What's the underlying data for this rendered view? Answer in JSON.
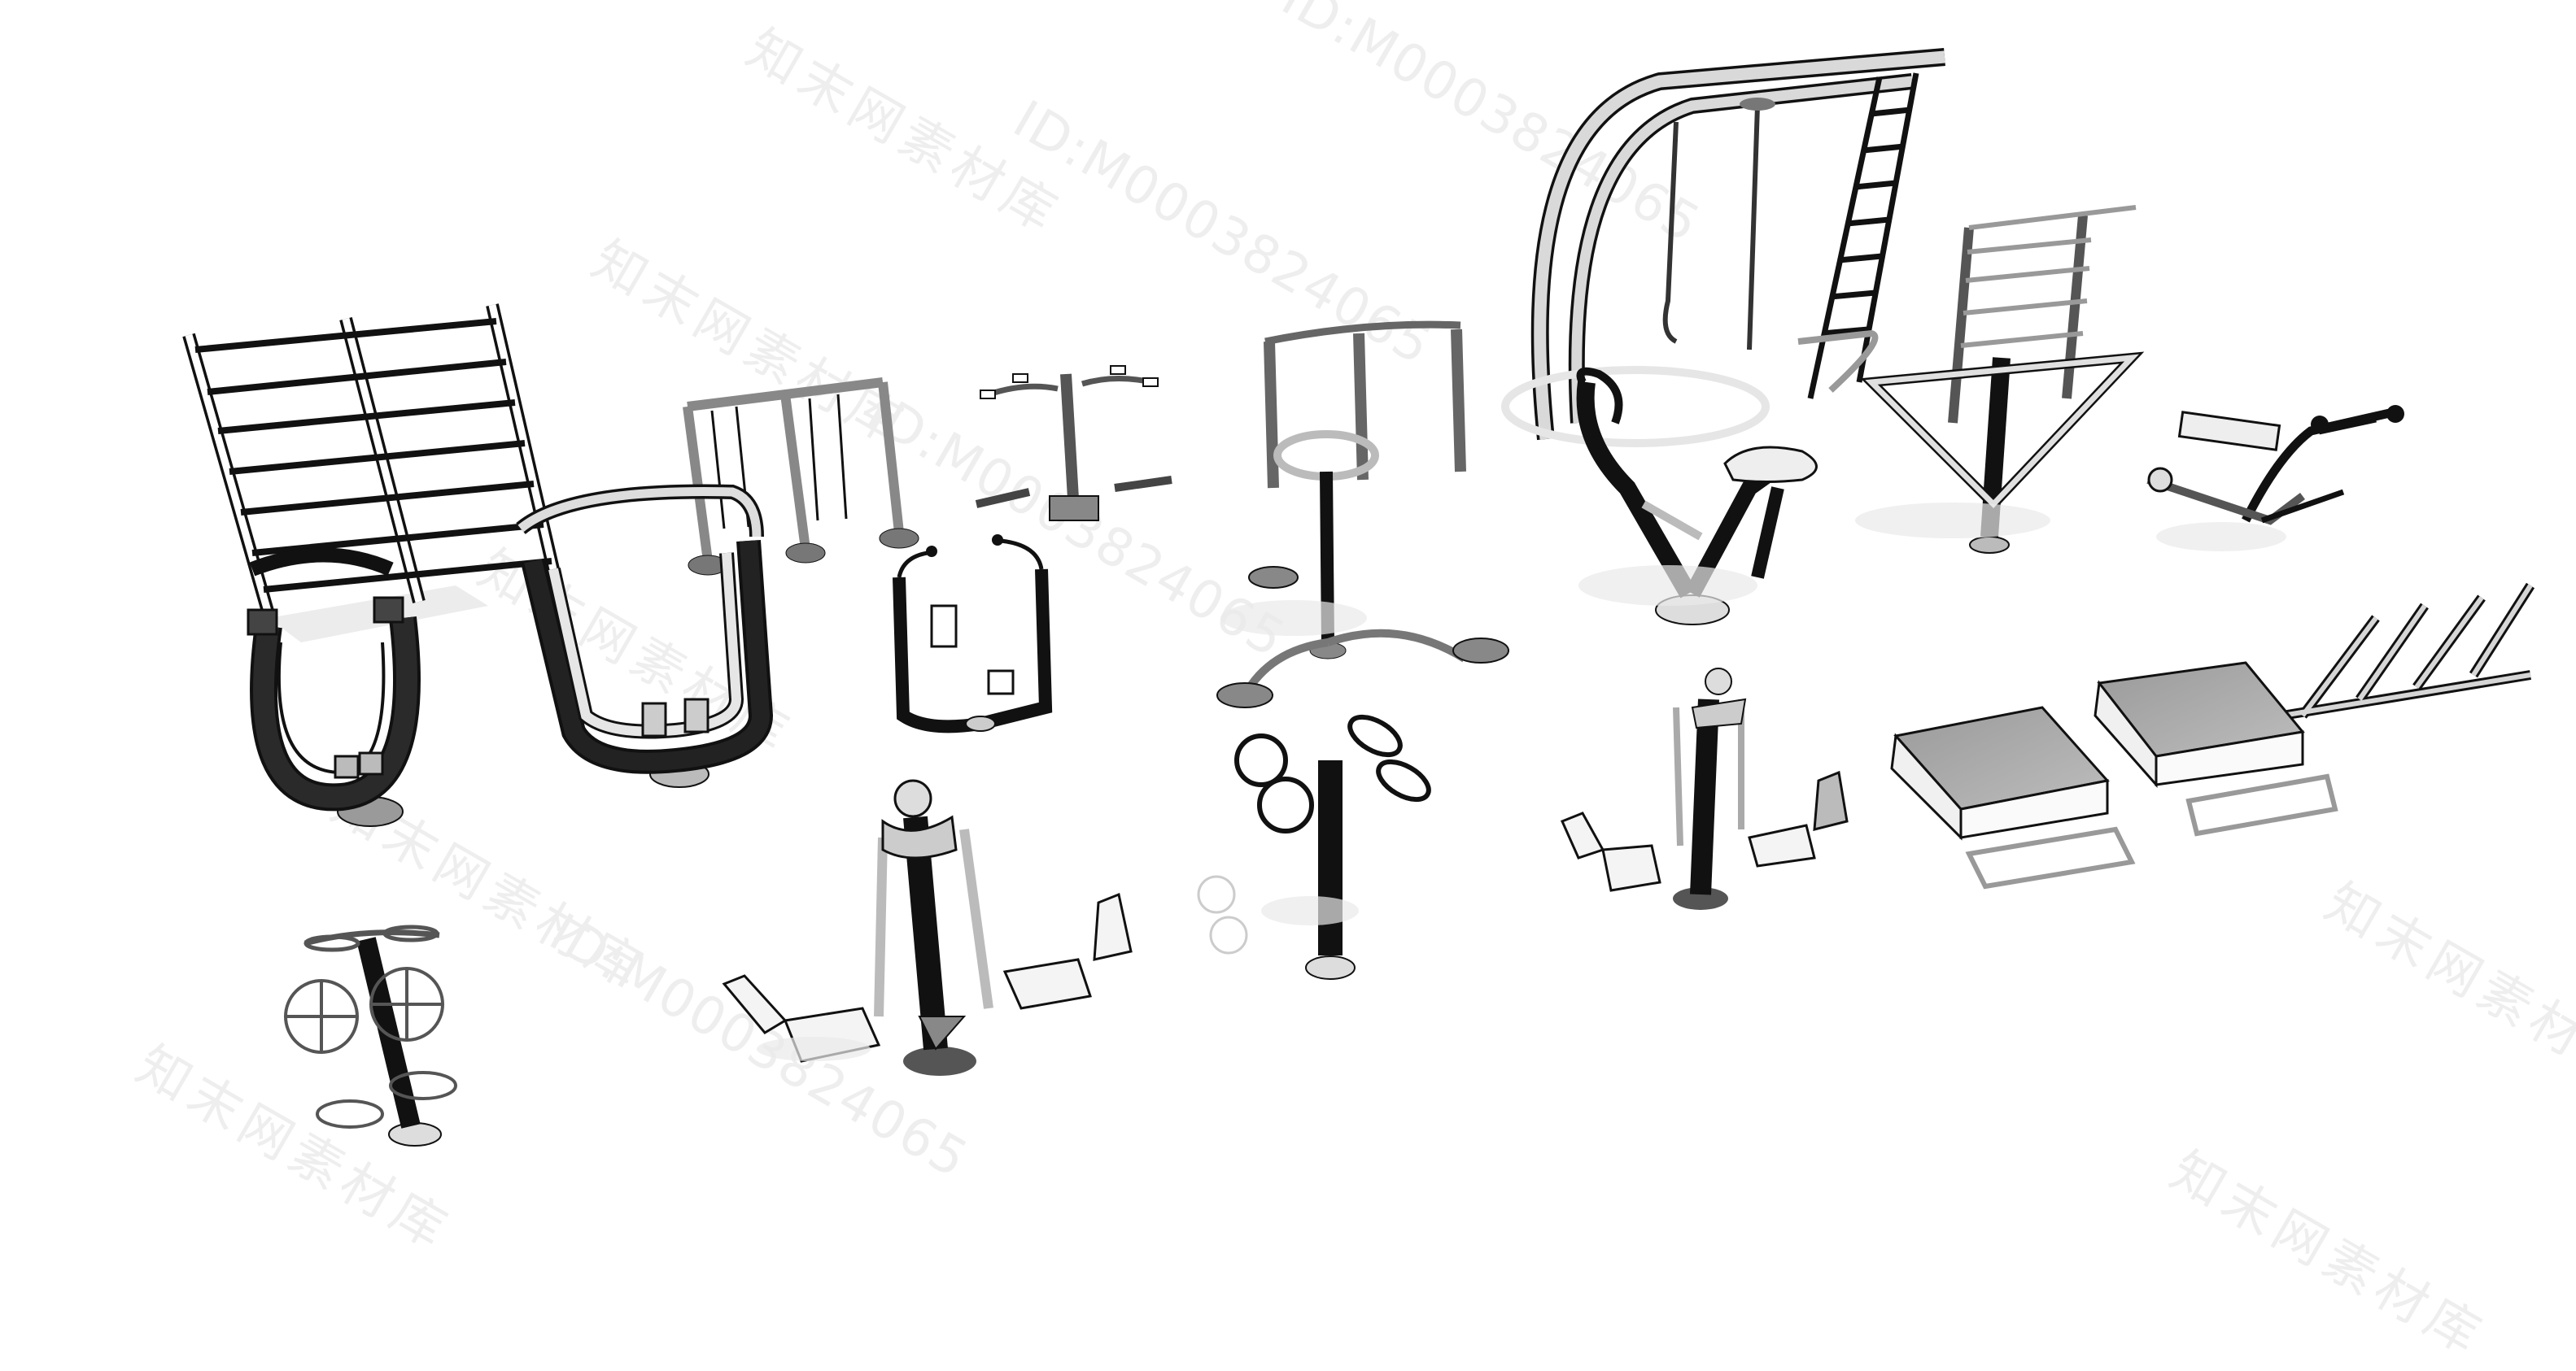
{
  "scene": {
    "kind": "3D line-rendered outdoor fitness equipment set",
    "equipment": [
      "parallel-ladder-frame",
      "triple-air-walker",
      "double-arm-pushup",
      "pole-with-bench-seats",
      "arch-frame-with-rings-and-ladder",
      "horseback-rider",
      "triangle-wall-bar",
      "pushchair-press",
      "u-bar-stepper-small",
      "u-bar-stepper-large",
      "chest-press-mini",
      "twister-with-stools",
      "double-wheel-pole",
      "sit-up-boards",
      "low-ladder-bars",
      "seated-leg-press",
      "double-chair-leg-press",
      "tai-chi-wheel-pole"
    ],
    "palette": {
      "dark": "#1e1e1e",
      "mid": "#7a7a7a",
      "light": "#d8d8d8",
      "line": "#111111",
      "shadow": "#e2e2e2"
    }
  },
  "watermarks": {
    "id_text": "ID:M0003824065",
    "cn_text": "知末网素材库"
  }
}
